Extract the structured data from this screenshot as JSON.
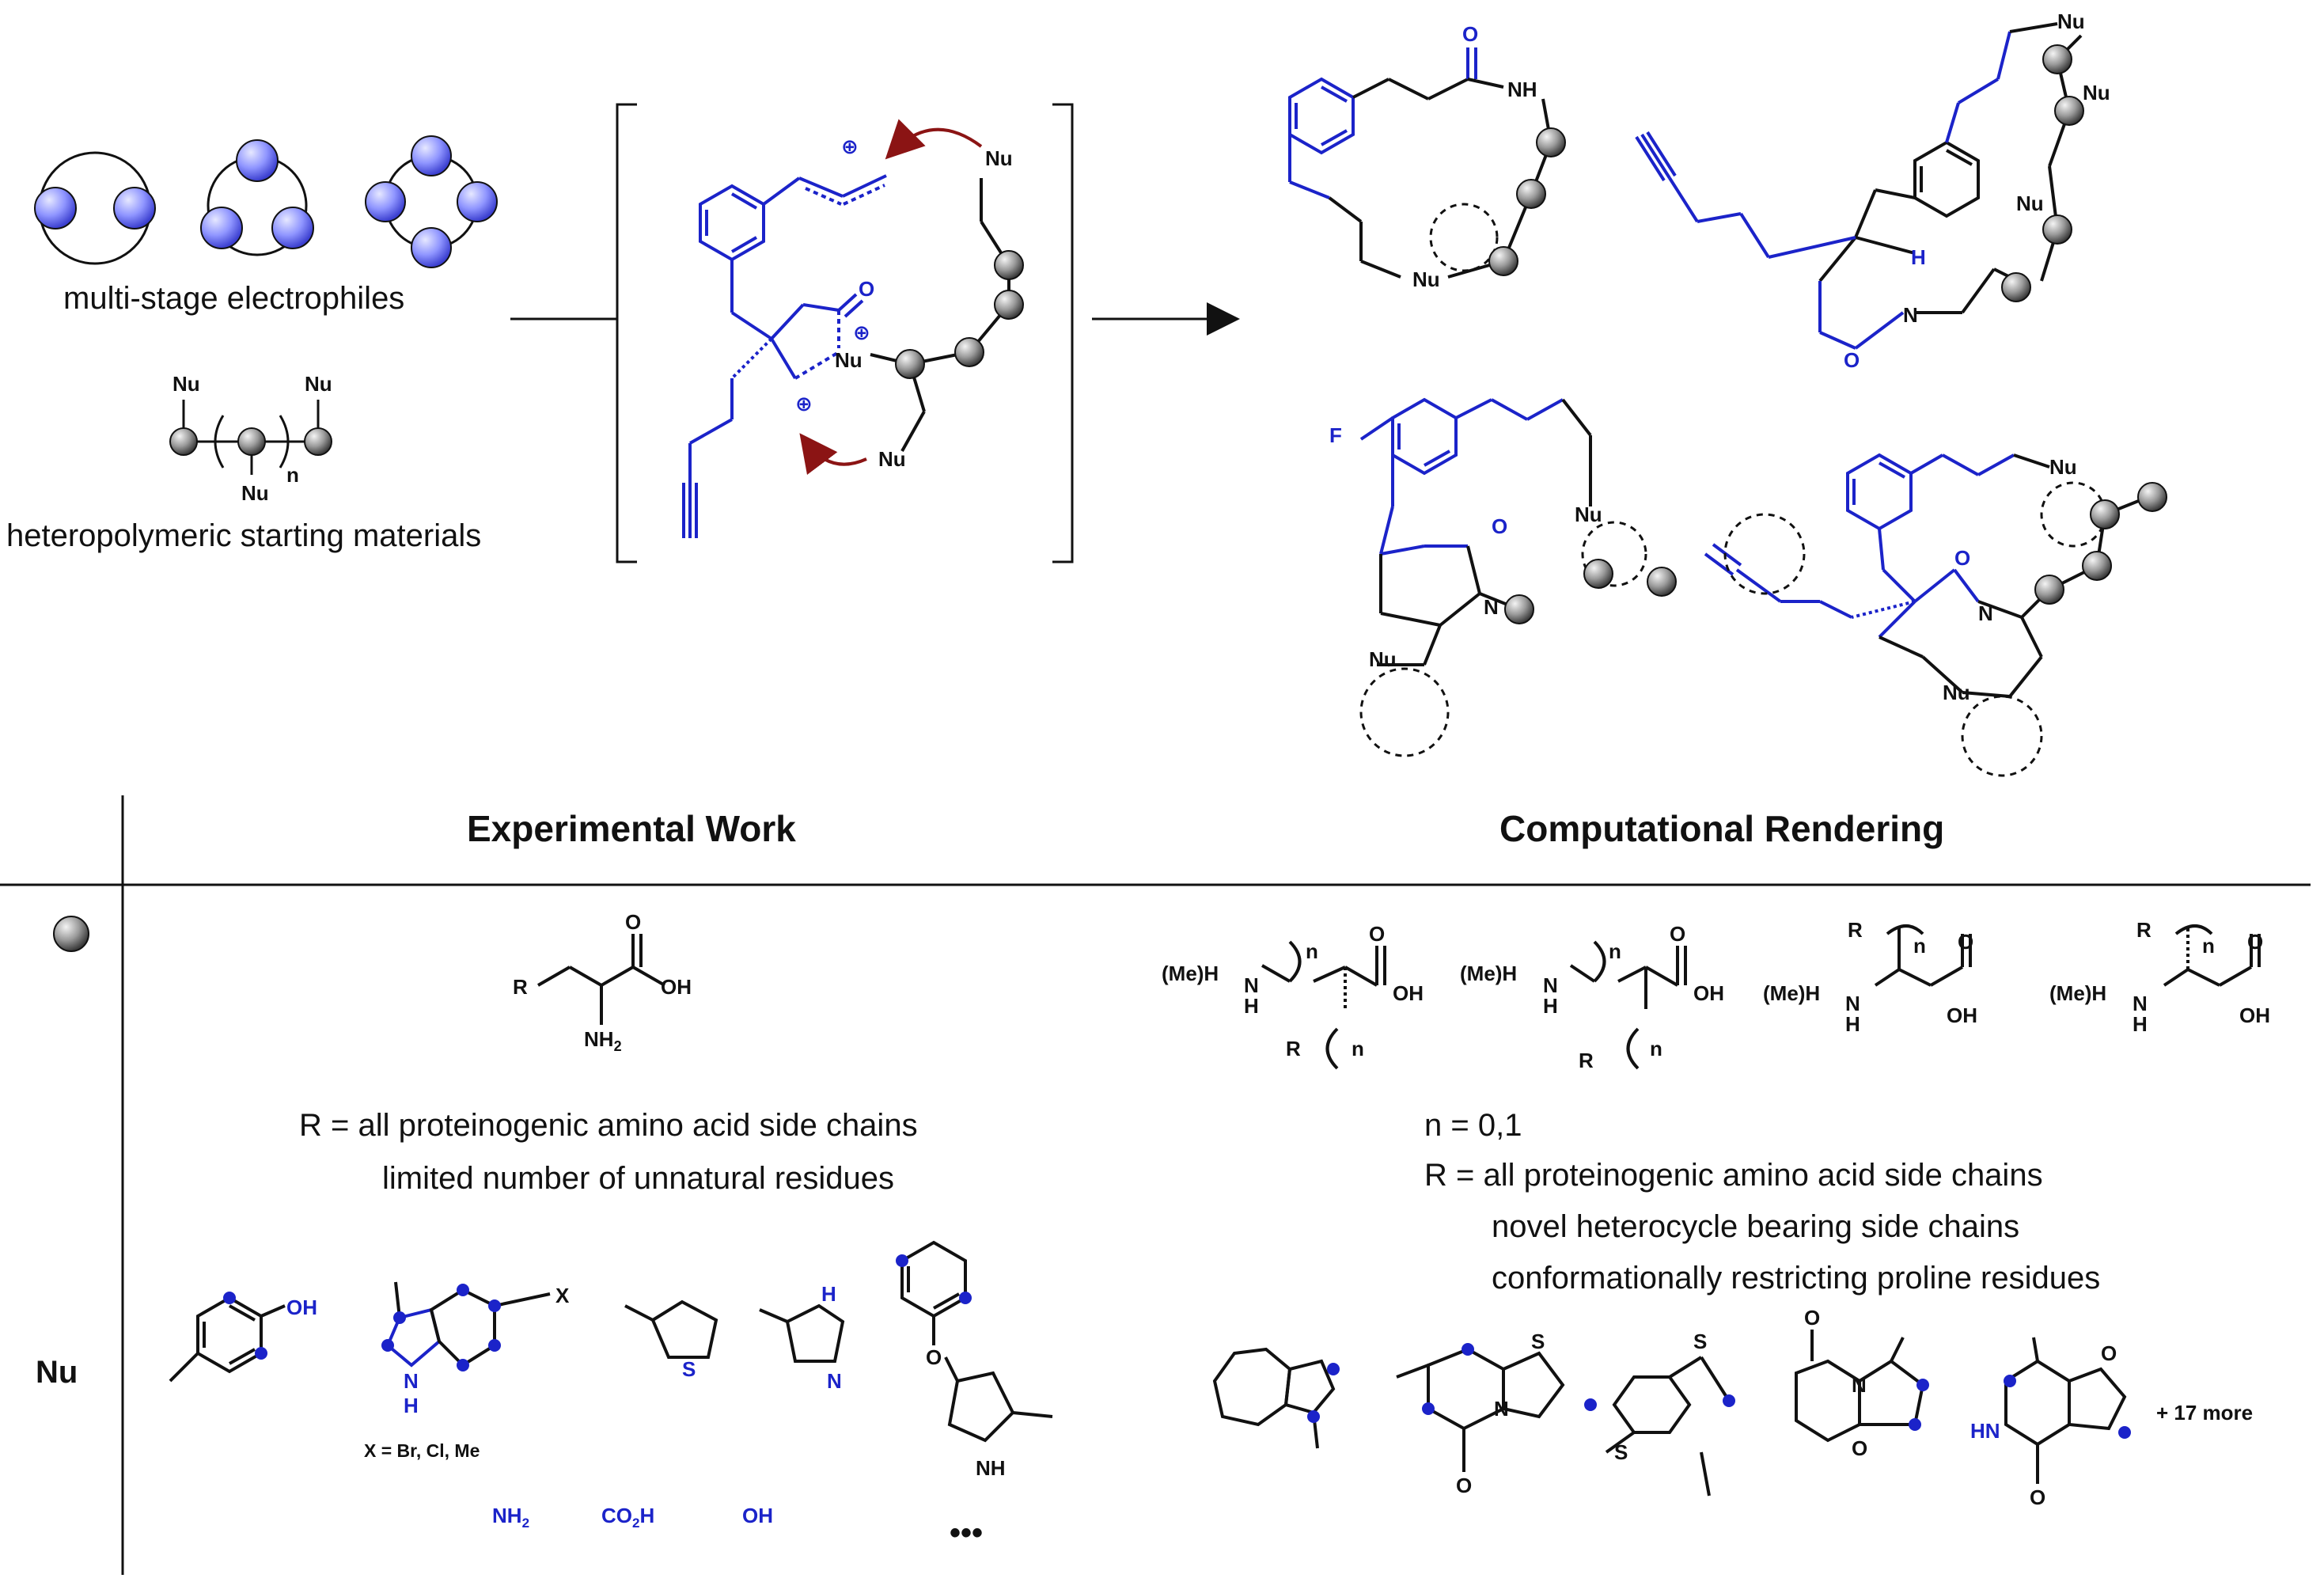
{
  "top_left": {
    "electrophiles_label": "multi-stage electrophiles",
    "polymer_label": "heteropolymeric starting materials",
    "nu": "Nu",
    "n": "n"
  },
  "intermediate": {
    "nu": "Nu",
    "oxygen": "O",
    "charge": "⊕"
  },
  "products": {
    "nh": "NH",
    "o": "O",
    "n": "N",
    "h": "H",
    "f": "F",
    "nu": "Nu"
  },
  "table": {
    "header_experimental": "Experimental Work",
    "header_computational": "Computational Rendering",
    "row_ball_label": "",
    "row_nu_label": "Nu",
    "experimental": {
      "r_label": "R",
      "oh_label": "OH",
      "o_label": "O",
      "nh2_label": "NH",
      "nh2_sub": "2",
      "note_1": "R = all proteinogenic amino acid side chains",
      "note_2": "limited number of unnatural residues",
      "x_label": "X = Br, Cl, Me",
      "x": "X",
      "nh_label": "N",
      "nh_h": "H",
      "s_label": "S",
      "o_link": "O",
      "amine": "NH",
      "amine_sub": "2",
      "acid": "CO",
      "acid_sub": "2",
      "acid_h": "H",
      "hydroxyl": "OH",
      "ellipsis": "•••"
    },
    "computational": {
      "meh": "(Me)H",
      "n_letter": "N",
      "h_letter": "H",
      "oh": "OH",
      "o": "O",
      "r": "R",
      "n_index": "n",
      "note_n": "n = 0,1",
      "note_1": "R = all proteinogenic amino acid side chains",
      "note_2": "novel heterocycle bearing side chains",
      "note_3": "conformationally restricting proline residues",
      "s": "S",
      "hn": "HN",
      "more": "+ 17 more"
    }
  },
  "colors": {
    "blue": "#1b23c9",
    "ball_fill": "#9aa0ff",
    "ball_gray": "#8a8a8a",
    "arrow_red": "#8b1414"
  }
}
